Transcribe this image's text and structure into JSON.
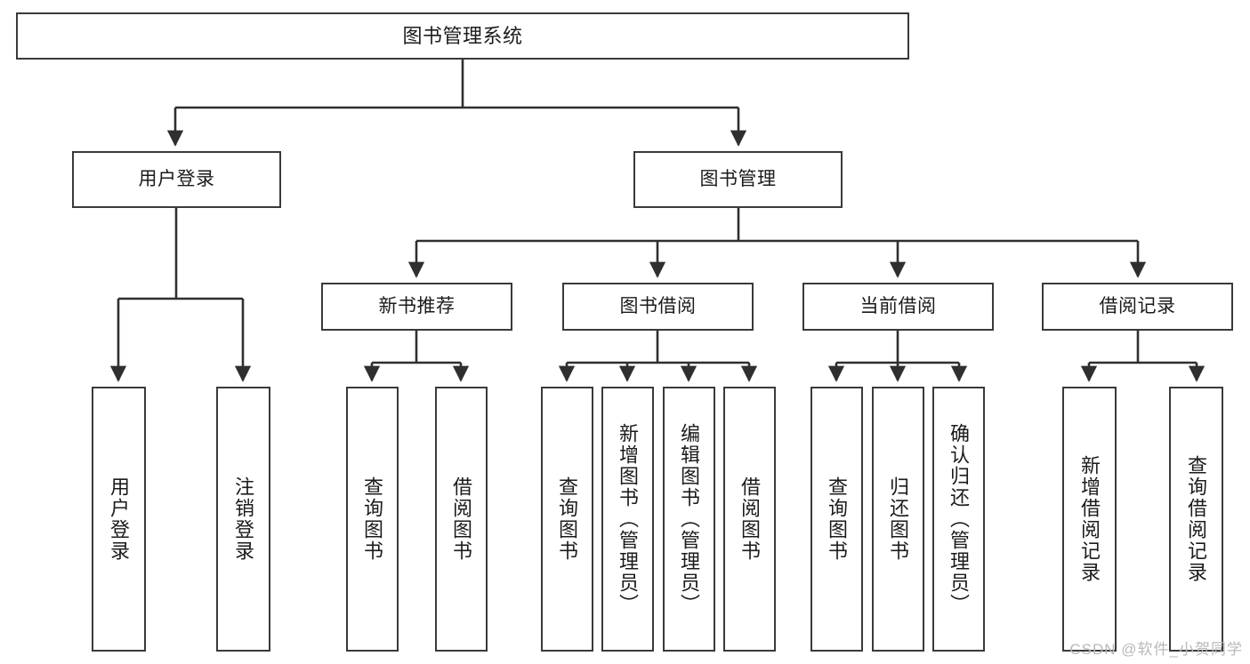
{
  "diagram": {
    "title": "图书管理系统",
    "type": "tree-hierarchy",
    "root": {
      "label": "图书管理系统"
    },
    "level2": [
      {
        "label": "用户登录"
      },
      {
        "label": "图书管理"
      }
    ],
    "level3": [
      {
        "label": "新书推荐"
      },
      {
        "label": "图书借阅"
      },
      {
        "label": "当前借阅"
      },
      {
        "label": "借阅记录"
      }
    ],
    "leaves": {
      "user_login": [
        {
          "label": "用户登录"
        },
        {
          "label": "注销登录"
        }
      ],
      "new_book_recommend": [
        {
          "label": "查询图书"
        },
        {
          "label": "借阅图书"
        }
      ],
      "book_borrow": [
        {
          "label": "查询图书"
        },
        {
          "label": "新增图书（管理员）"
        },
        {
          "label": "编辑图书（管理员）"
        },
        {
          "label": "借阅图书"
        }
      ],
      "current_borrow": [
        {
          "label": "查询图书"
        },
        {
          "label": "归还图书"
        },
        {
          "label": "确认归还（管理员）"
        }
      ],
      "borrow_record": [
        {
          "label": "新增借阅记录"
        },
        {
          "label": "查询借阅记录"
        }
      ]
    }
  },
  "watermark": {
    "text": "CSDN @软件_小贺同学"
  },
  "colors": {
    "box_border": "#3a3a3a",
    "connector": "#2f2f2f",
    "background": "#ffffff",
    "text": "#1b1b1b",
    "watermark": "#b9b9b9"
  }
}
